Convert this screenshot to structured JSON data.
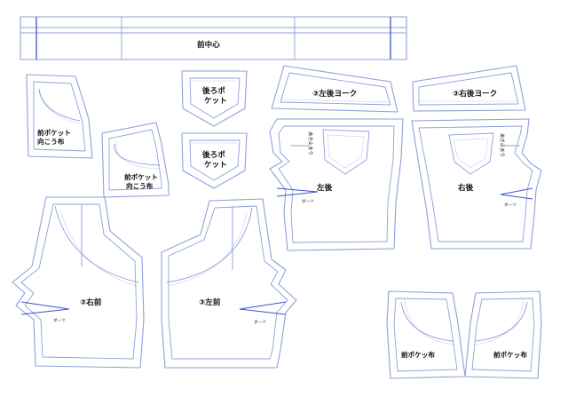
{
  "labels": {
    "front_center": "前中心",
    "back_pocket_1": [
      "後ろポ",
      "ケット"
    ],
    "back_pocket_2": [
      "後ろポ",
      "ケット"
    ],
    "front_pocket_facing_1": [
      "前ポケット",
      "向こう布"
    ],
    "front_pocket_facing_2": [
      "前ポケット",
      "向こう布"
    ],
    "left_back_yoke": "③左後ヨーク",
    "right_back_yoke": "③右後ヨーク",
    "left_back": "左後",
    "right_back": "右後",
    "right_front": "③右前",
    "left_front": "③左前",
    "dart": "ダーツ",
    "opening_stop": "あき止まり",
    "front_pocket_cloth": "前ポケッ布"
  },
  "colors": {
    "outline": "#8ea0da",
    "accent_line": "#4a5fc8",
    "dart_line": "#3d55c8",
    "text": "#111111"
  }
}
